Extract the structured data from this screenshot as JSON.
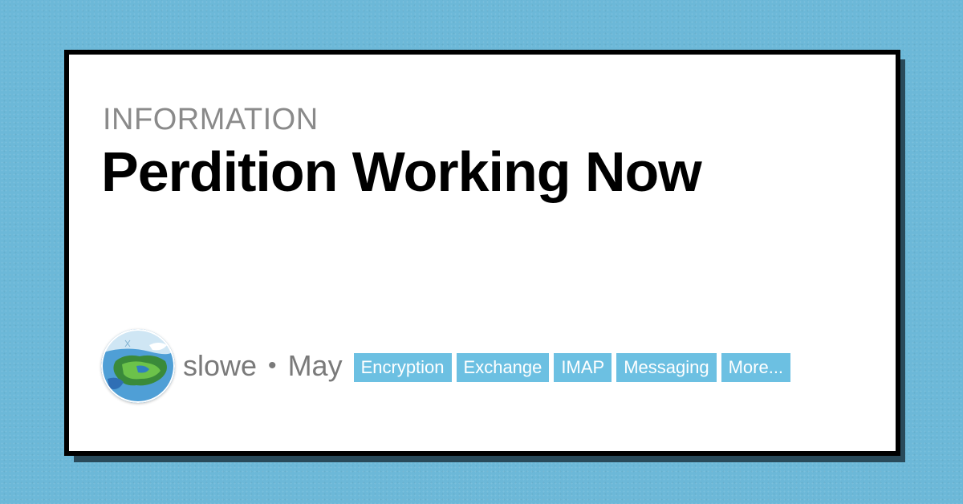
{
  "card": {
    "category": "INFORMATION",
    "title": "Perdition Working Now"
  },
  "author": {
    "avatar_icon": "globe-avatar-icon",
    "name": "slowe",
    "separator": "•",
    "date": "May"
  },
  "tags": [
    {
      "label": "Encryption"
    },
    {
      "label": "Exchange"
    },
    {
      "label": "IMAP"
    },
    {
      "label": "Messaging"
    },
    {
      "label": "More..."
    }
  ],
  "colors": {
    "background": "#6cb8d8",
    "tag": "#6cc0e2",
    "card_border": "#000000",
    "card_shadow": "#294a5a"
  }
}
